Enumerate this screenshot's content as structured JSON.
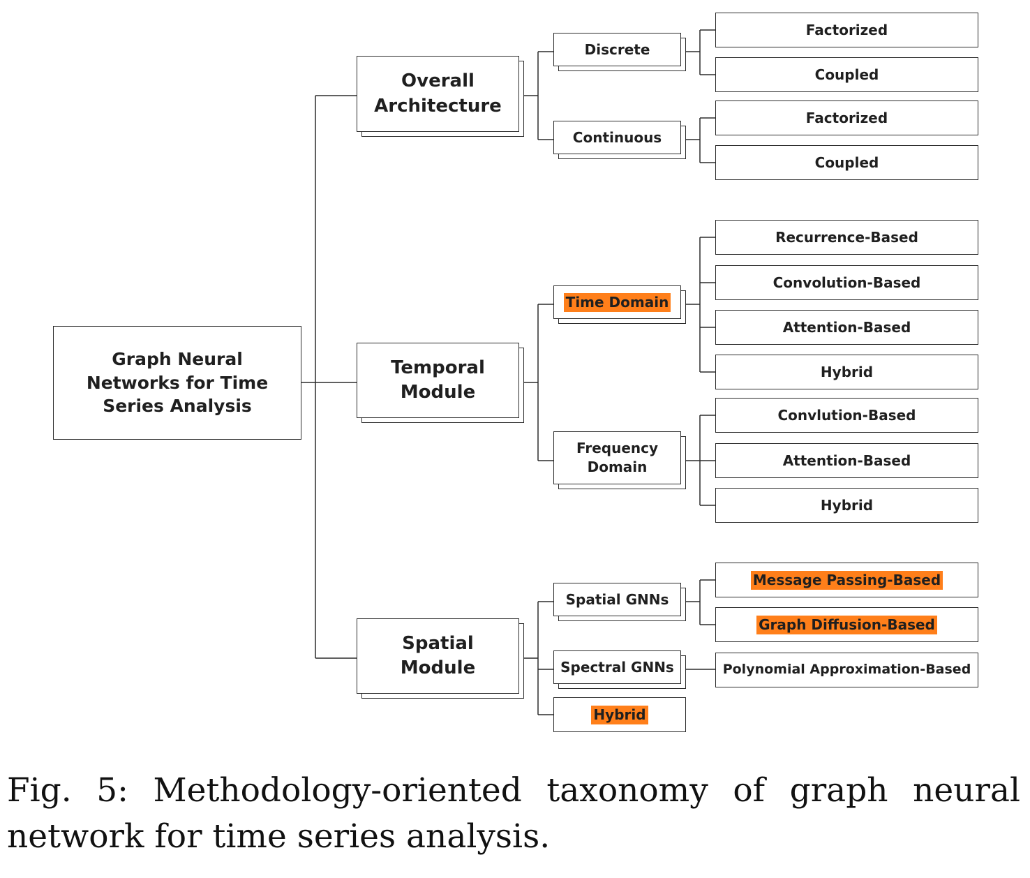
{
  "diagram": {
    "root": "Graph Neural Networks for Time Series Analysis",
    "overall_architecture": {
      "label": "Overall Architecture",
      "discrete": {
        "label": "Discrete",
        "children": [
          "Factorized",
          "Coupled"
        ]
      },
      "continuous": {
        "label": "Continuous",
        "children": [
          "Factorized",
          "Coupled"
        ]
      }
    },
    "temporal_module": {
      "label": "Temporal Module",
      "time_domain": {
        "label": "Time Domain",
        "highlighted": true,
        "children": [
          "Recurrence-Based",
          "Convolution-Based",
          "Attention-Based",
          "Hybrid"
        ]
      },
      "frequency_domain": {
        "label": "Frequency Domain",
        "children": [
          "Convlution-Based",
          "Attention-Based",
          "Hybrid"
        ]
      }
    },
    "spatial_module": {
      "label": "Spatial Module",
      "spatial_gnns": {
        "label": "Spatial GNNs",
        "children": [
          "Message Passing-Based",
          "Graph Diffusion-Based"
        ],
        "children_highlighted": [
          true,
          true
        ]
      },
      "spectral_gnns": {
        "label": "Spectral GNNs",
        "children": [
          "Polynomial Approximation-Based"
        ]
      },
      "hybrid": {
        "label": "Hybrid",
        "highlighted": true
      }
    },
    "highlight_color": "#ff7f1a",
    "line_color": "#2b2b2b"
  },
  "caption": {
    "line1": "Fig. 5: Methodology-oriented taxonomy of graph neural",
    "line2": "network for time series analysis."
  }
}
